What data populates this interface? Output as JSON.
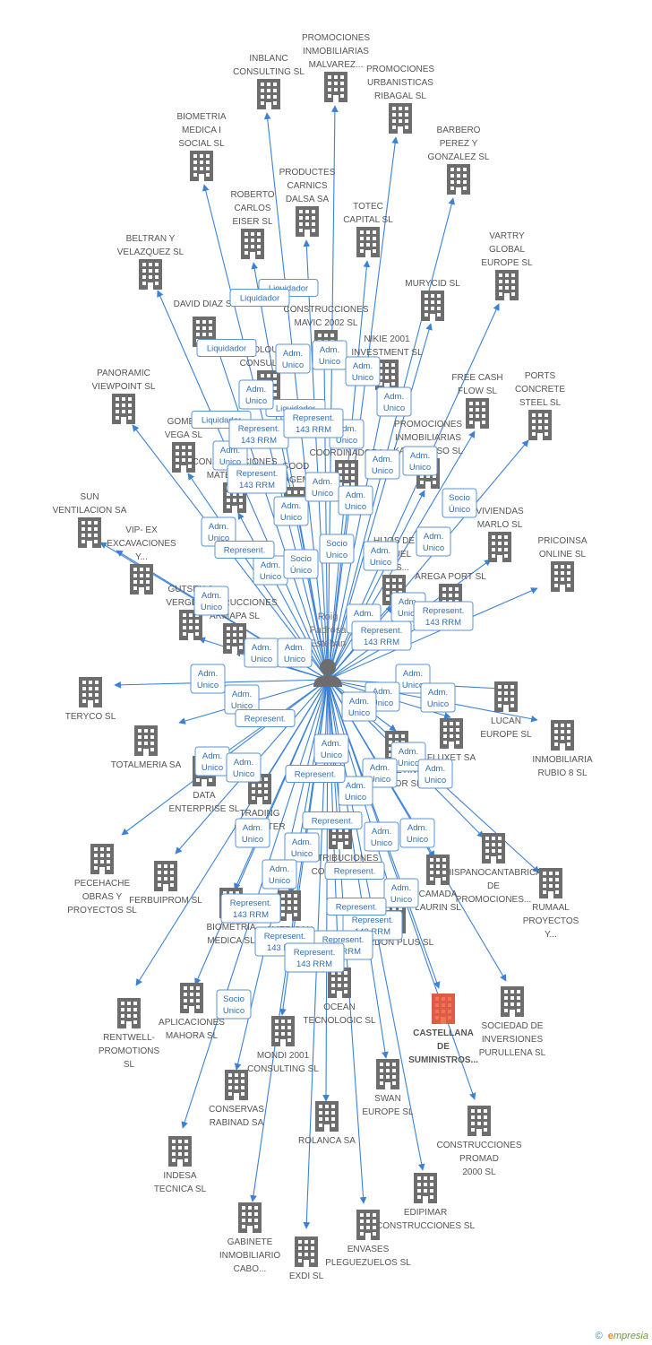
{
  "colors": {
    "edge": "#3b82d6",
    "building": "#6d6d6d",
    "highlight": "#f05a3c",
    "person": "#6d6d6d",
    "label_border": "#5a93d6"
  },
  "center": {
    "name_lines": [
      "Roig",
      "Padrosa",
      "Esteban"
    ]
  },
  "companies": [
    {
      "id": "c1",
      "lines": [
        "INBLANC",
        "CONSULTING SL"
      ]
    },
    {
      "id": "c2",
      "lines": [
        "PROMOCIONES",
        "INMOBILIARIAS",
        "MALVAREZ..."
      ]
    },
    {
      "id": "c3",
      "lines": [
        "PROMOCIONES",
        "URBANISTICAS",
        "RIBAGAL SL"
      ]
    },
    {
      "id": "c4",
      "lines": [
        "BIOMETRIA",
        "MEDICA I",
        "SOCIAL SL"
      ]
    },
    {
      "id": "c5",
      "lines": [
        "BARBERO",
        "PEREZ Y",
        "GONZALEZ SL"
      ]
    },
    {
      "id": "c6",
      "lines": [
        "PRODUCTES",
        "CARNICS",
        "DALSA SA"
      ]
    },
    {
      "id": "c7",
      "lines": [
        "ROBERTO",
        "CARLOS",
        "EISER SL"
      ]
    },
    {
      "id": "c8",
      "lines": [
        "TOTEC",
        "CAPITAL SL"
      ]
    },
    {
      "id": "c9",
      "lines": [
        "BELTRAN Y",
        "VELAZQUEZ SL"
      ]
    },
    {
      "id": "c10",
      "lines": [
        "VARTRY",
        "GLOBAL",
        "EUROPE SL"
      ]
    },
    {
      "id": "c11",
      "lines": [
        "MURYCID SL"
      ]
    },
    {
      "id": "c12",
      "lines": [
        "DAVID DIAZ SL"
      ]
    },
    {
      "id": "c13",
      "lines": [
        "CONSTRUCCIONES",
        "MAVIC 2002 SL"
      ]
    },
    {
      "id": "c14",
      "lines": [
        "NIKIE 2001",
        "INVESTMENT SL"
      ]
    },
    {
      "id": "c15",
      "lines": [
        "PANORAMIC",
        "VIEWPOINT  SL"
      ]
    },
    {
      "id": "c16",
      "lines": [
        "FREE CASH",
        "FLOW  SL"
      ]
    },
    {
      "id": "c17",
      "lines": [
        "PORTS",
        "CONCRETE",
        "STEEL SL"
      ]
    },
    {
      "id": "c18",
      "lines": [
        "GOMEZ",
        "VEGA SL"
      ]
    },
    {
      "id": "c19",
      "lines": [
        "PROMOCIONES",
        "INMOBILIARIAS",
        "KARLUMASO SL"
      ]
    },
    {
      "id": "c20",
      "lines": [
        "SUN",
        "VENTILACION SA"
      ]
    },
    {
      "id": "c21",
      "lines": [
        "VIVIENDAS",
        "MARLO SL"
      ]
    },
    {
      "id": "c22",
      "lines": [
        "VIP- EX",
        "EXCAVACIONES",
        "Y..."
      ]
    },
    {
      "id": "c23",
      "lines": [
        "PRICOINSA",
        "ONLINE SL"
      ]
    },
    {
      "id": "c24",
      "lines": [
        "GUTSEN &",
        "VERGEL SL"
      ]
    },
    {
      "id": "c25",
      "lines": [
        "AREGA PORT SL"
      ]
    },
    {
      "id": "c26",
      "lines": [
        "CONSTRUCCIONES",
        "ARMAPA SL"
      ]
    },
    {
      "id": "c27",
      "lines": [
        "TERYCO SL"
      ]
    },
    {
      "id": "c28",
      "lines": [
        "LUCAN",
        "EUROPE SL"
      ]
    },
    {
      "id": "c29",
      "lines": [
        "INMOBILIARIA",
        "RUBIO 8 SL"
      ]
    },
    {
      "id": "c30",
      "lines": [
        "TOTALMERIA SA"
      ]
    },
    {
      "id": "c31",
      "lines": [
        "DATA",
        "ENTERPRISE SL"
      ]
    },
    {
      "id": "c32",
      "lines": [
        "TRADING",
        "COMPUTER"
      ]
    },
    {
      "id": "c33",
      "lines": [
        "PECEHACHE",
        "OBRAS Y",
        "PROYECTOS SL"
      ]
    },
    {
      "id": "c34",
      "lines": [
        "FERBUIPROM SL"
      ]
    },
    {
      "id": "c35",
      "lines": [
        "HISPANOCANTABRICA",
        "DE",
        "PROMOCIONES..."
      ]
    },
    {
      "id": "c36",
      "lines": [
        "RUMAAL",
        "PROYECTOS",
        "Y..."
      ]
    },
    {
      "id": "c37",
      "lines": [
        "BIOMETRIA",
        "MEDICA SL"
      ]
    },
    {
      "id": "c38",
      "lines": [
        "AMERICAN"
      ]
    },
    {
      "id": "c39",
      "lines": [
        "CAMADA",
        "LAURIN SL"
      ]
    },
    {
      "id": "c40",
      "lines": [
        "RENTWELL-",
        "PROMOTIONS",
        "SL"
      ]
    },
    {
      "id": "c41",
      "lines": [
        "APLICACIONES",
        "MAHORA SL"
      ]
    },
    {
      "id": "c42",
      "lines": [
        "OCEAN",
        "TECNOLOGIC SL"
      ]
    },
    {
      "id": "c43",
      "lines": [
        "CASTELLANA",
        "DE",
        "SUMINISTROS..."
      ],
      "highlight": true
    },
    {
      "id": "c44",
      "lines": [
        "SOCIEDAD DE",
        "INVERSIONES",
        "PURULLENA SL"
      ]
    },
    {
      "id": "c45",
      "lines": [
        "MONDI 2001",
        "CONSULTING SL"
      ]
    },
    {
      "id": "c46",
      "lines": [
        "CONSERVAS",
        "RABINAD SA"
      ]
    },
    {
      "id": "c47",
      "lines": [
        "SWAN",
        "EUROPE SL"
      ]
    },
    {
      "id": "c48",
      "lines": [
        "CONSTRUCCIONES",
        "PROMAD",
        "2000 SL"
      ]
    },
    {
      "id": "c49",
      "lines": [
        "ROLANCA SA"
      ]
    },
    {
      "id": "c50",
      "lines": [
        "INDESA",
        "TECNICA SL"
      ]
    },
    {
      "id": "c51",
      "lines": [
        "EDIPIMAR",
        "CONSTRUCCIONES SL"
      ]
    },
    {
      "id": "c52",
      "lines": [
        "GABINETE",
        "INMOBILIARIO",
        "CABO..."
      ]
    },
    {
      "id": "c53",
      "lines": [
        "ENVASES",
        "PLEGUEZUELOS SL"
      ]
    },
    {
      "id": "c54",
      "lines": [
        "EXDI SL"
      ]
    },
    {
      "id": "c55",
      "lines": [
        "GOOD",
        "MANAGEMENT"
      ]
    },
    {
      "id": "c56",
      "lines": [
        "CONSTRUCCIONES",
        "MATERIALES"
      ]
    },
    {
      "id": "c57",
      "lines": [
        "SOLOURE",
        "CONSULTING"
      ]
    },
    {
      "id": "c58",
      "lines": [
        "HIJOS DE",
        "MIGUEL",
        "ALES..."
      ]
    },
    {
      "id": "c59",
      "lines": [
        "DISTRIBUCIONES",
        "CONSULTING"
      ]
    },
    {
      "id": "c60",
      "lines": [
        "FLUXET SA"
      ]
    },
    {
      "id": "c61",
      "lines": [
        "MARKETING",
        "FACTOR SL"
      ]
    },
    {
      "id": "c62",
      "lines": [
        "CORDON PLUS SL"
      ]
    },
    {
      "id": "c63",
      "lines": [
        "COORDINADORA"
      ]
    }
  ],
  "relations": [
    "Liquidador",
    "Liquidador",
    "Liquidador",
    "Liquidador",
    "Liquidador",
    "Adm. Unico",
    "Adm. Unico",
    "Adm. Unico",
    "Adm. Unico",
    "Adm. Unico",
    "Adm. Unico",
    "Adm. Unico",
    "Adm. Unico",
    "Adm. Unico",
    "Adm. Unico",
    "Adm. Unico",
    "Adm. Unico",
    "Adm. Unico",
    "Adm. Unico",
    "Adm. Unico",
    "Adm. Unico",
    "Adm. Unico",
    "Adm. Unico",
    "Adm. Unico",
    "Adm. Unico",
    "Adm. Unico",
    "Adm. Unico",
    "Adm. Unico",
    "Adm. Unico",
    "Adm. Unico",
    "Adm. Unico",
    "Adm. Unico",
    "Adm. Unico",
    "Adm. Unico",
    "Adm. Unico",
    "Adm. Unico",
    "Adm. Unico",
    "Adm. Unico",
    "Adm. Unico",
    "Adm. Unico",
    "Adm. Unico",
    "Adm. Unico",
    "Adm. Unico",
    "Adm. Unico",
    "Adm. Unico",
    "Represent. 143 RRM",
    "Represent. 143 RRM",
    "Represent. 143 RRM",
    "Represent. 143 RRM",
    "Represent. 143 RRM",
    "Represent. 143 RRM",
    "Represent. 143 RRM",
    "Represent. 143 RRM",
    "Represent. 143 RRM",
    "Represent. 143 RRM",
    "Represent.",
    "Represent.",
    "Represent.",
    "Represent.",
    "Represent.",
    "Represent.",
    "Socio Único",
    "Socio Unico"
  ],
  "footer": {
    "copyright": "©",
    "brand_e": "e",
    "brand_rest": "mpresia"
  }
}
